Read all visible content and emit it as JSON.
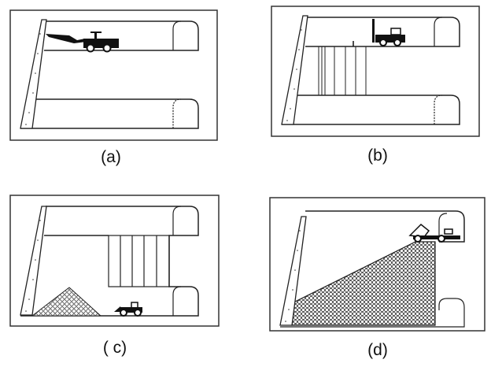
{
  "panels": [
    {
      "id": "a",
      "label": "(a)",
      "stage": "drilling-upper-drift"
    },
    {
      "id": "b",
      "label": "(b)",
      "stage": "longhole-drilling"
    },
    {
      "id": "c",
      "label": "( c)",
      "stage": "blasting-and-mucking"
    },
    {
      "id": "d",
      "label": "(d)",
      "stage": "backfilling"
    }
  ],
  "colors": {
    "line": "#222222",
    "frame": "#333333",
    "fill": "#111111"
  }
}
